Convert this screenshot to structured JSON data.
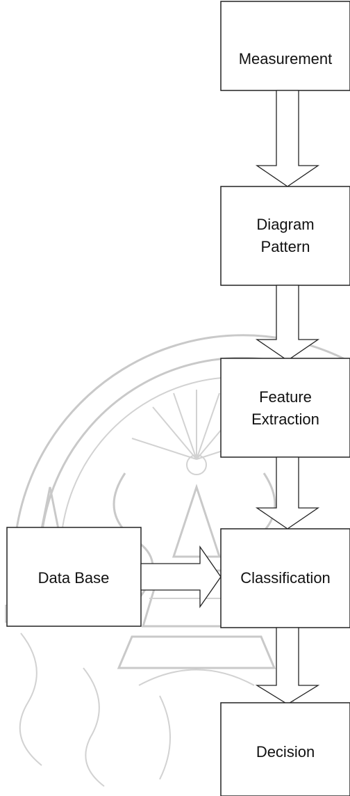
{
  "blocks": {
    "measurement": "Measurement",
    "diagram_pattern_line1": "Diagram",
    "diagram_pattern_line2": "Pattern",
    "feature_extraction_line1": "Feature",
    "feature_extraction_line2": "Extraction",
    "data_base": "Data Base",
    "classification": "Classification",
    "decision": "Decision"
  },
  "colors": {
    "stroke": "#222222",
    "watermark": "#c9c9c9"
  }
}
